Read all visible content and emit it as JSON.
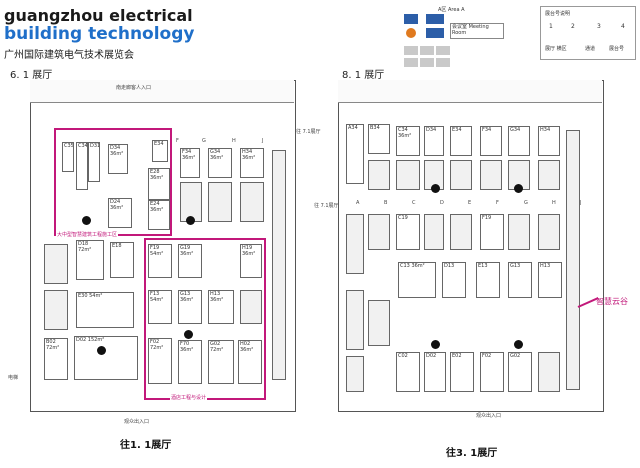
{
  "header": {
    "brand_line1": "guangzhou electrical",
    "brand_line2": "building technology",
    "brand_cn": "广州国际建筑电气技术展览会"
  },
  "legend": {
    "area_a": "A区 Area A",
    "meeting_room": "会议室 Meeting Room",
    "booth_sign": "展台号说明",
    "row_label": "展厅 横区",
    "aisle_label": "通道",
    "booth_no": "展台号",
    "num1": "1",
    "num2": "2",
    "num3": "3",
    "num4": "4"
  },
  "hall_left": {
    "title": "6. 1 展厅",
    "top_entrance": "南走廊客人入口",
    "pink_zone_1": "大中型智慧建筑工程施工区",
    "pink_zone_2": "酒店工程与设计",
    "columns": [
      "F",
      "G",
      "H",
      "J"
    ],
    "bottom_entrance": "观众出入口",
    "to_hall": "往1. 1展厅",
    "side_label": "电梯"
  },
  "hall_right": {
    "title": "8. 1 展厅",
    "bottom_entrance": "观众出入口",
    "to_hall": "往3. 1展厅",
    "columns": [
      "A",
      "B",
      "C",
      "D",
      "E",
      "F",
      "G",
      "H",
      "J"
    ]
  },
  "connector": {
    "label1": "往 7.1展厅",
    "label2": "往 7.1展厅"
  },
  "cloud_booth": "智慧云谷",
  "booths_left": [
    {
      "id": "C34",
      "area": "C34"
    },
    {
      "id": "D34",
      "area": "D34 36m²"
    },
    {
      "id": "E34",
      "area": "E34"
    },
    {
      "id": "D31",
      "area": "D31"
    },
    {
      "id": "C35",
      "area": "C35"
    },
    {
      "id": "E28",
      "area": "E28 36m²"
    },
    {
      "id": "E24",
      "area": "E24 36m²"
    },
    {
      "id": "D24",
      "area": "D24 36m²"
    },
    {
      "id": "D18",
      "area": "D18 72m²"
    },
    {
      "id": "E18",
      "area": "E18"
    },
    {
      "id": "E30",
      "area": "E30 54m²"
    },
    {
      "id": "D02",
      "area": "D02 152m²"
    },
    {
      "id": "B02",
      "area": "B02 72m²"
    },
    {
      "id": "F19",
      "area": "F19 54m²"
    },
    {
      "id": "F13",
      "area": "F13 54m²"
    },
    {
      "id": "F02",
      "area": "F02 72m²"
    },
    {
      "id": "G19",
      "area": "G19 36m²"
    },
    {
      "id": "G13",
      "area": "G13 36m²"
    },
    {
      "id": "F70",
      "area": "F70 36m²"
    },
    {
      "id": "G02",
      "area": "G02 72m²"
    },
    {
      "id": "H13",
      "area": "H13 36m²"
    },
    {
      "id": "H19",
      "area": "H19 36m²"
    },
    {
      "id": "H02",
      "area": "H02 36m²"
    },
    {
      "id": "F34",
      "area": "F34 36m²"
    },
    {
      "id": "G34",
      "area": "G34 36m²"
    },
    {
      "id": "H34",
      "area": "H34 36m²"
    }
  ],
  "booths_right": [
    {
      "id": "A34",
      "area": "A34"
    },
    {
      "id": "B34",
      "area": "B34"
    },
    {
      "id": "C34",
      "area": "C34 36m²"
    },
    {
      "id": "D34",
      "area": "D34"
    },
    {
      "id": "E34",
      "area": "E34"
    },
    {
      "id": "F34",
      "area": "F34"
    },
    {
      "id": "G34",
      "area": "G34"
    },
    {
      "id": "H34",
      "area": "H34"
    },
    {
      "id": "C19",
      "area": "C19"
    },
    {
      "id": "C13",
      "area": "C13 36m²"
    },
    {
      "id": "D13",
      "area": "D13"
    },
    {
      "id": "E13",
      "area": "E13"
    },
    {
      "id": "F19",
      "area": "F19"
    },
    {
      "id": "G13",
      "area": "G13"
    },
    {
      "id": "H13",
      "area": "H13"
    },
    {
      "id": "C02",
      "area": "C02"
    },
    {
      "id": "D02",
      "area": "D02"
    },
    {
      "id": "E02",
      "area": "E02"
    },
    {
      "id": "F02",
      "area": "F02"
    },
    {
      "id": "G02",
      "area": "G02"
    }
  ]
}
